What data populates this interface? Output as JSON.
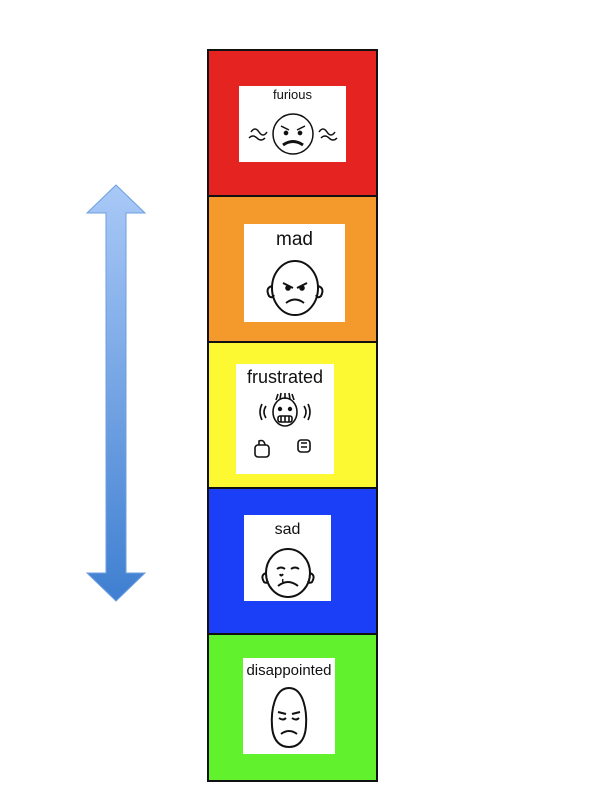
{
  "scale": {
    "direction": "bidirectional",
    "levels": [
      {
        "label": "furious",
        "color": "#e52320",
        "icon": "furious-face-icon"
      },
      {
        "label": "mad",
        "color": "#f49a2d",
        "icon": "mad-face-icon"
      },
      {
        "label": "frustrated",
        "color": "#fcf932",
        "icon": "frustrated-face-icon"
      },
      {
        "label": "sad",
        "color": "#1b3ef7",
        "icon": "sad-face-icon"
      },
      {
        "label": "disappointed",
        "color": "#62f22d",
        "icon": "disappointed-face-icon"
      }
    ]
  }
}
